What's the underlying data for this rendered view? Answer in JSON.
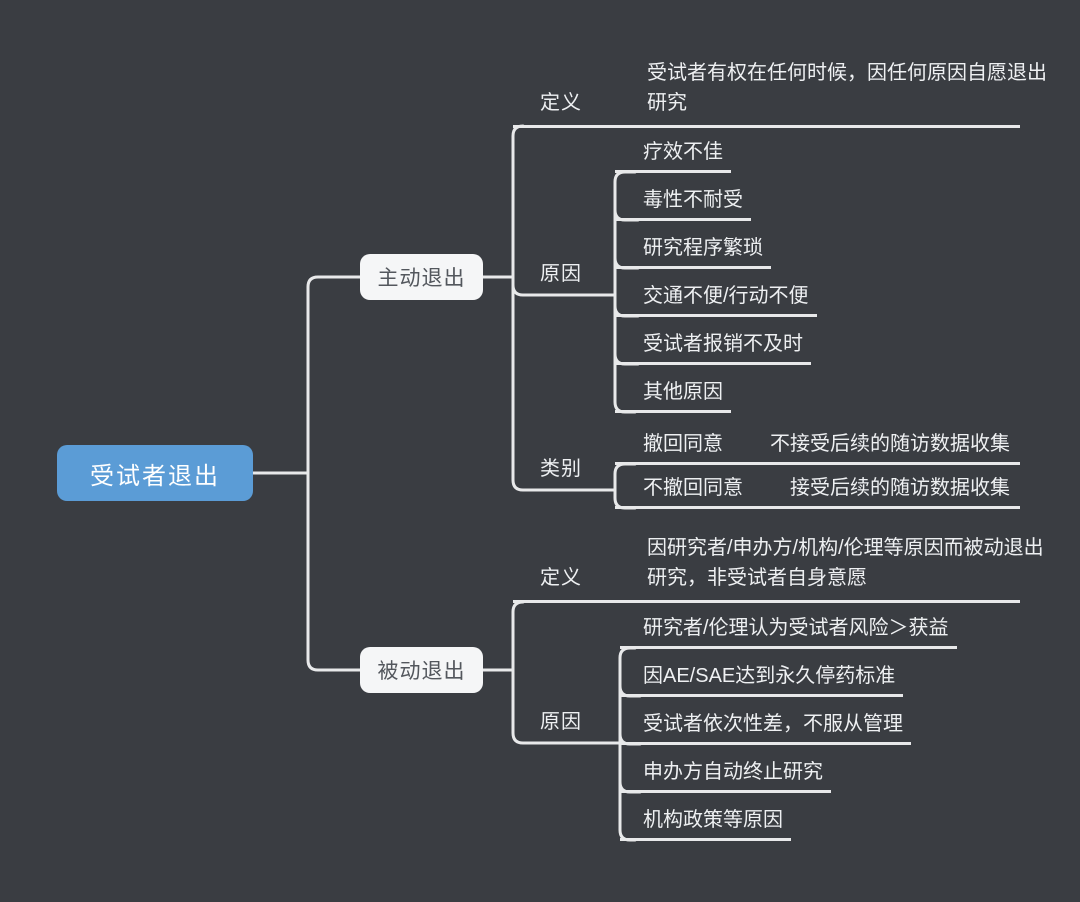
{
  "colors": {
    "background": "#3a3d42",
    "root_fill": "#5b9cd6",
    "branch_fill": "#f5f6f7",
    "line": "#e8e9ea",
    "text": "#eef0f2"
  },
  "root": {
    "label": "受试者退出"
  },
  "branches": [
    {
      "label": "主动退出",
      "def": {
        "label": "定义",
        "lines": [
          "受试者有权在任何时候，因任何原因自愿退出",
          "研究"
        ]
      },
      "reason": {
        "label": "原因",
        "items": [
          "疗效不佳",
          "毒性不耐受",
          "研究程序繁琐",
          "交通不便/行动不便",
          "受试者报销不及时",
          "其他原因"
        ]
      },
      "category": {
        "label": "类别",
        "rows": [
          {
            "left": "撤回同意",
            "right": "不接受后续的随访数据收集"
          },
          {
            "left": "不撤回同意",
            "right": "接受后续的随访数据收集"
          }
        ]
      }
    },
    {
      "label": "被动退出",
      "def": {
        "label": "定义",
        "lines": [
          "因研究者/申办方/机构/伦理等原因而被动退出",
          "研究，非受试者自身意愿"
        ]
      },
      "reason": {
        "label": "原因",
        "items": [
          "研究者/伦理认为受试者风险＞获益",
          "因AE/SAE达到永久停药标准",
          "受试者依次性差，不服从管理",
          "申办方自动终止研究",
          "机构政策等原因"
        ]
      }
    }
  ]
}
